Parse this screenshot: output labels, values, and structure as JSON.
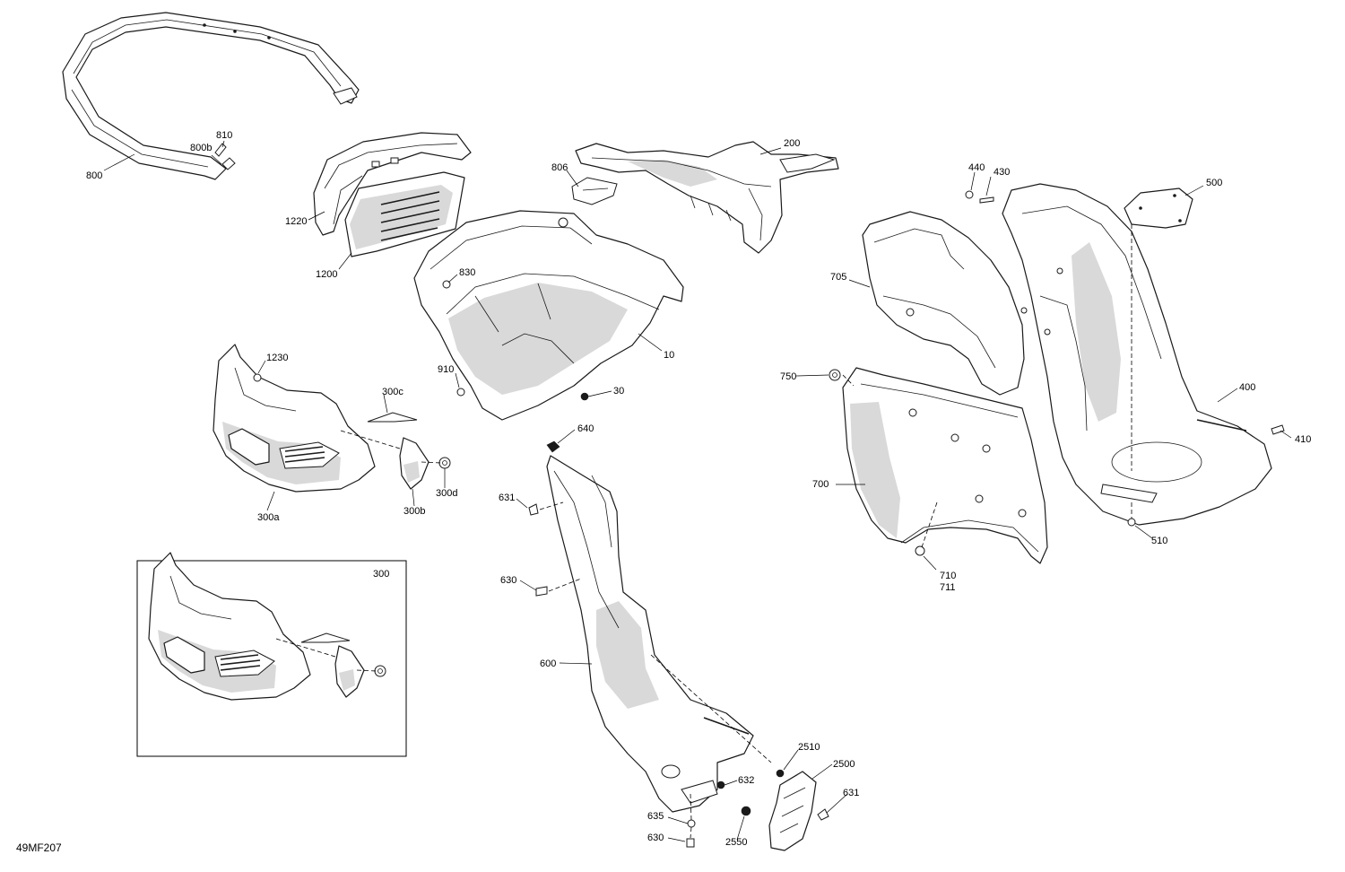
{
  "diagram": {
    "reference": "49MF207",
    "inset_label": "300",
    "callouts": {
      "c800": "800",
      "c810": "810",
      "c800b": "800b",
      "c806": "806",
      "c200": "200",
      "c440": "440",
      "c430": "430",
      "c500": "500",
      "c1220": "1220",
      "c1200": "1200",
      "c830": "830",
      "c10": "10",
      "c910": "910",
      "c30": "30",
      "c705": "705",
      "c750": "750",
      "c1230": "1230",
      "c300c": "300c",
      "c300a": "300a",
      "c300b": "300b",
      "c300d": "300d",
      "c640": "640",
      "c631a": "631",
      "c630a": "630",
      "c600": "600",
      "c700": "700",
      "c400": "400",
      "c410": "410",
      "c510": "510",
      "c710": "710",
      "c711": "711",
      "c2510": "2510",
      "c2500": "2500",
      "c632": "632",
      "c631b": "631",
      "c635": "635",
      "c630b": "630",
      "c2550": "2550"
    }
  }
}
